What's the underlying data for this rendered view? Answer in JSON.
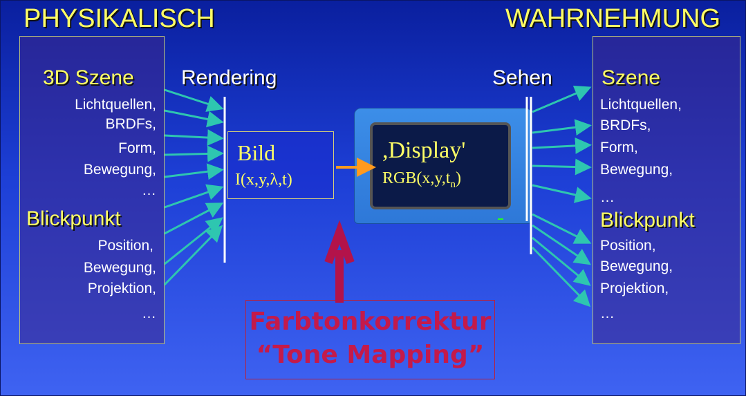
{
  "headings": {
    "left": "PHYSIKALISCH",
    "right": "WAHRNEHMUNG"
  },
  "left_panel": {
    "scene_title": "3D Szene",
    "scene_items": [
      "Lichtquellen,",
      "BRDFs,",
      "Form,",
      "Bewegung,",
      "…"
    ],
    "view_title": "Blickpunkt",
    "view_items": [
      "Position,",
      "Bewegung,",
      "Projektion,",
      "…"
    ]
  },
  "right_panel": {
    "scene_title": "Szene",
    "scene_items": [
      "Lichtquellen,",
      "BRDFs,",
      "Form,",
      "Bewegung,",
      "…"
    ],
    "view_title": "Blickpunkt",
    "view_items": [
      "Position,",
      "Bewegung,",
      "Projektion,",
      "…"
    ]
  },
  "labels": {
    "rendering": "Rendering",
    "sehen": "Sehen"
  },
  "bild": {
    "title": "Bild",
    "formula_main": "I(x,y,",
    "formula_lambda": "λ",
    "formula_end": ",t)"
  },
  "display": {
    "title": ",Display'",
    "formula_main": "RGB(x,y,t",
    "formula_sub": "n",
    "formula_end": ")"
  },
  "tone_mapping": {
    "line1": "Farbtonkorrektur",
    "line2": "“Tone Mapping”"
  },
  "colors": {
    "heading": "#ffff66",
    "arrow_teal": "#2ec6b0",
    "arrow_orange": "#ff9a1e",
    "arrow_red": "#b3134a",
    "text_red": "#c41a4a"
  }
}
